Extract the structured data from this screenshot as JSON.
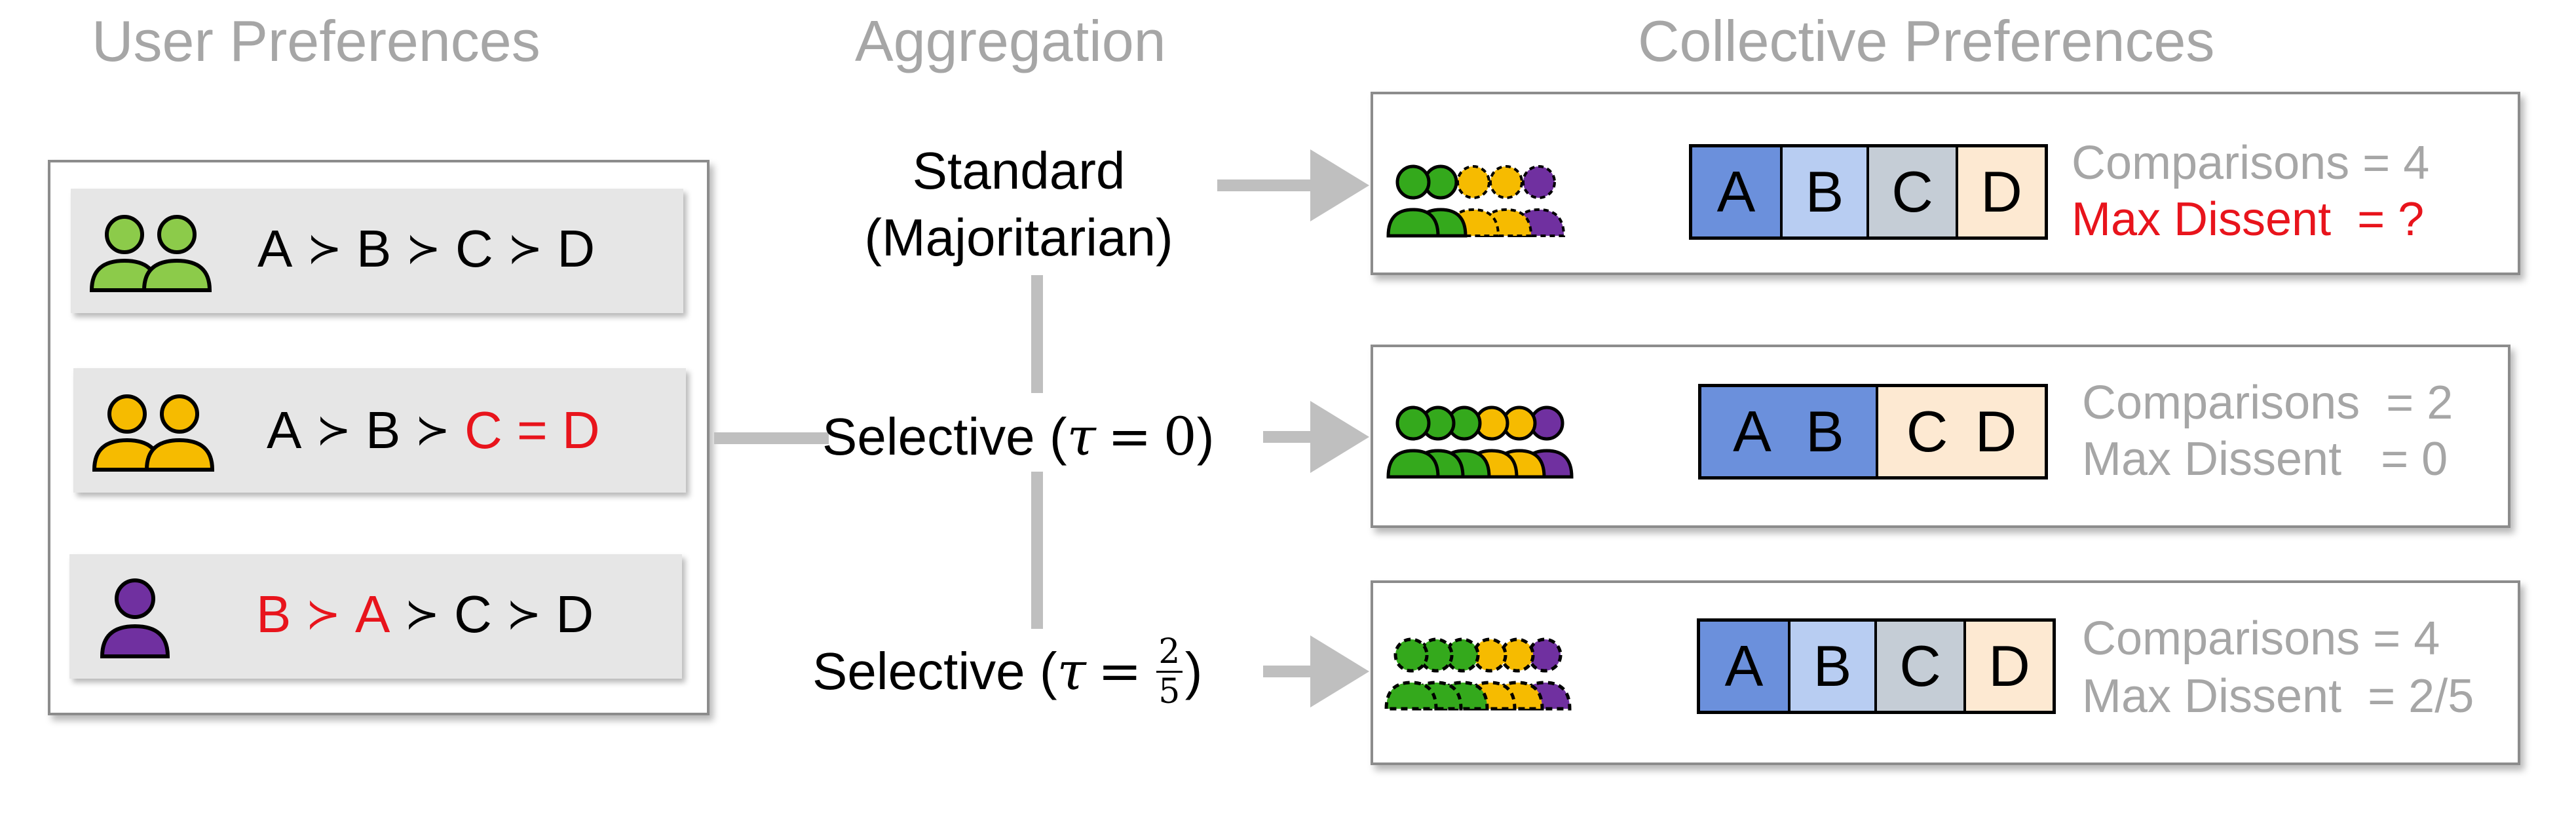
{
  "headings": {
    "user": "User Preferences",
    "aggregation": "Aggregation",
    "collective": "Collective Preferences"
  },
  "colors": {
    "green": "#34a91c",
    "light_green": "#8ccb4a",
    "yellow": "#f6bb00",
    "purple": "#7030a0",
    "red_text": "#e8141c",
    "heading_gray": "#a6a6a6",
    "A": "#6b90dc",
    "B": "#b8cdf2",
    "C": "#c5cdd6",
    "D": "#fde9d2"
  },
  "users": [
    {
      "group": "green-pair",
      "rank": [
        {
          "t": "A",
          "red": false
        },
        {
          "t": "≻",
          "red": false
        },
        {
          "t": "B",
          "red": false
        },
        {
          "t": "≻",
          "red": false
        },
        {
          "t": "C",
          "red": false
        },
        {
          "t": "≻",
          "red": false
        },
        {
          "t": "D",
          "red": false
        }
      ]
    },
    {
      "group": "yellow-pair",
      "rank": [
        {
          "t": "A",
          "red": false
        },
        {
          "t": "≻",
          "red": false
        },
        {
          "t": "B",
          "red": false
        },
        {
          "t": "≻",
          "red": false
        },
        {
          "t": "C = D",
          "red": true
        }
      ]
    },
    {
      "group": "purple-single",
      "rank": [
        {
          "t": "B",
          "red": true
        },
        {
          "t": "≻",
          "red": true
        },
        {
          "t": "A",
          "red": true
        },
        {
          "t": "≻",
          "red": false
        },
        {
          "t": "C",
          "red": false
        },
        {
          "t": "≻",
          "red": false
        },
        {
          "t": "D",
          "red": false
        }
      ]
    }
  ],
  "methods": {
    "standard_line1": "Standard",
    "standard_line2": "(Majoritarian)",
    "selective": "Selective",
    "tau": "τ",
    "eq": "=",
    "zero": "0",
    "frac_num": "2",
    "frac_den": "5"
  },
  "results": [
    {
      "cells": [
        [
          "A"
        ],
        [
          "B"
        ],
        [
          "C"
        ],
        [
          "D"
        ]
      ],
      "comparisons": "Comparisons = 4",
      "dissent": "Max Dissent  = ?",
      "dissent_red": true
    },
    {
      "cells": [
        [
          "A",
          "B"
        ],
        [
          "C",
          "D"
        ]
      ],
      "comparisons": "Comparisons  = 2",
      "dissent": "Max Dissent   = 0",
      "dissent_red": false
    },
    {
      "cells": [
        [
          "A"
        ],
        [
          "B"
        ],
        [
          "C"
        ],
        [
          "D"
        ]
      ],
      "comparisons": "Comparisons = 4",
      "dissent": "Max Dissent  = 2/5",
      "dissent_red": false
    }
  ]
}
